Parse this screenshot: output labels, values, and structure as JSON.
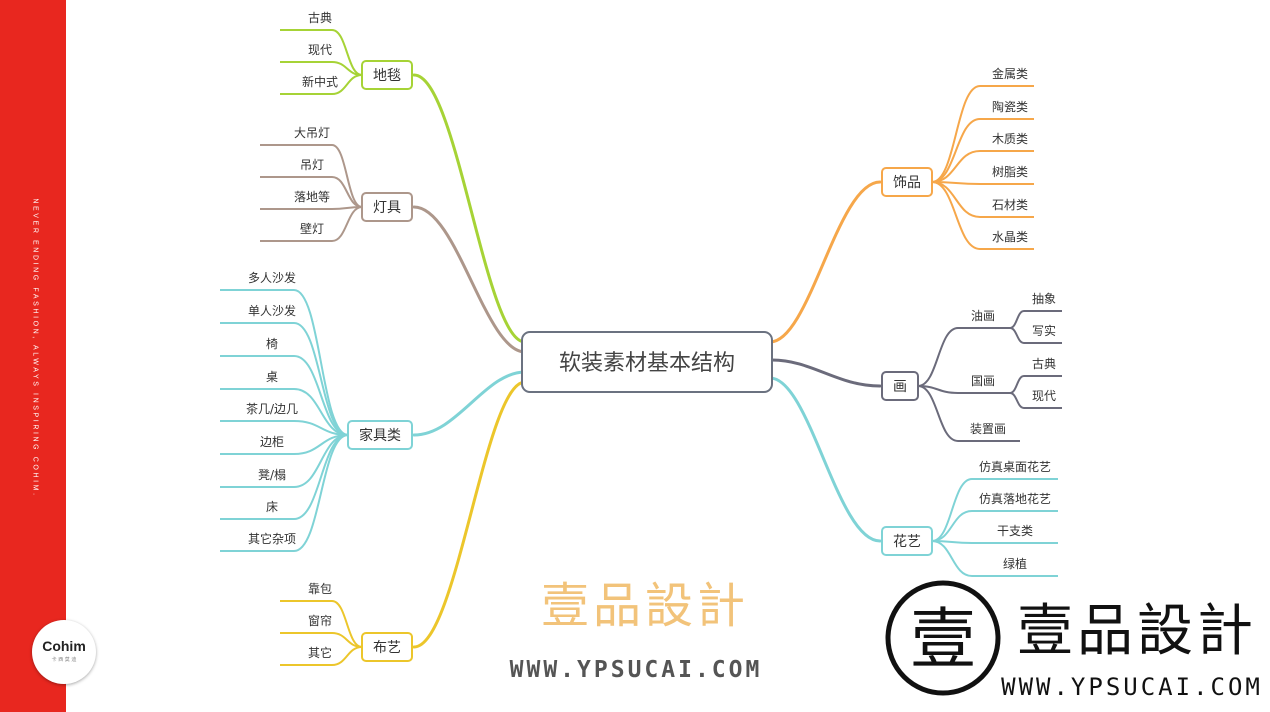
{
  "tagline": "NEVER ENDING FASHION, ALWAYS INSPIRING COHIM.",
  "brand": {
    "name": "Cohim",
    "sub": "卡 西 莫 迪"
  },
  "mindmap": {
    "root": "软装素材基本结构",
    "branches": [
      {
        "label": "地毯",
        "color": "#a6d336",
        "children": [
          {
            "label": "古典"
          },
          {
            "label": "现代"
          },
          {
            "label": "新中式"
          }
        ]
      },
      {
        "label": "灯具",
        "color": "#ad978b",
        "children": [
          {
            "label": "大吊灯"
          },
          {
            "label": "吊灯"
          },
          {
            "label": "落地等"
          },
          {
            "label": "壁灯"
          }
        ]
      },
      {
        "label": "家具类",
        "color": "#7fd3d6",
        "children": [
          {
            "label": "多人沙发"
          },
          {
            "label": "单人沙发"
          },
          {
            "label": "椅"
          },
          {
            "label": "桌"
          },
          {
            "label": "茶几/边几"
          },
          {
            "label": "边柜"
          },
          {
            "label": "凳/榻"
          },
          {
            "label": "床"
          },
          {
            "label": "其它杂项"
          }
        ]
      },
      {
        "label": "布艺",
        "color": "#ecc62b",
        "children": [
          {
            "label": "靠包"
          },
          {
            "label": "窗帘"
          },
          {
            "label": "其它"
          }
        ]
      },
      {
        "label": "饰品",
        "color": "#f6a74a",
        "children": [
          {
            "label": "金属类"
          },
          {
            "label": "陶瓷类"
          },
          {
            "label": "木质类"
          },
          {
            "label": "树脂类"
          },
          {
            "label": "石材类"
          },
          {
            "label": "水晶类"
          }
        ]
      },
      {
        "label": "画",
        "color": "#6b6b7b",
        "children": [
          {
            "label": "油画",
            "children": [
              {
                "label": "抽象"
              },
              {
                "label": "写实"
              }
            ]
          },
          {
            "label": "国画",
            "children": [
              {
                "label": "古典"
              },
              {
                "label": "现代"
              }
            ]
          },
          {
            "label": "装置画"
          }
        ]
      },
      {
        "label": "花艺",
        "color": "#7fd3d6",
        "children": [
          {
            "label": "仿真桌面花艺"
          },
          {
            "label": "仿真落地花艺"
          },
          {
            "label": "干支类"
          },
          {
            "label": "绿植"
          }
        ]
      }
    ]
  },
  "watermark_center": {
    "text": "壹品設計",
    "url": "WWW.YPSUCAI.COM",
    "color": "#f2c37a"
  },
  "watermark_right": {
    "glyph": "壹",
    "text": "壹品設計",
    "url": "WWW.YPSUCAI.COM"
  }
}
